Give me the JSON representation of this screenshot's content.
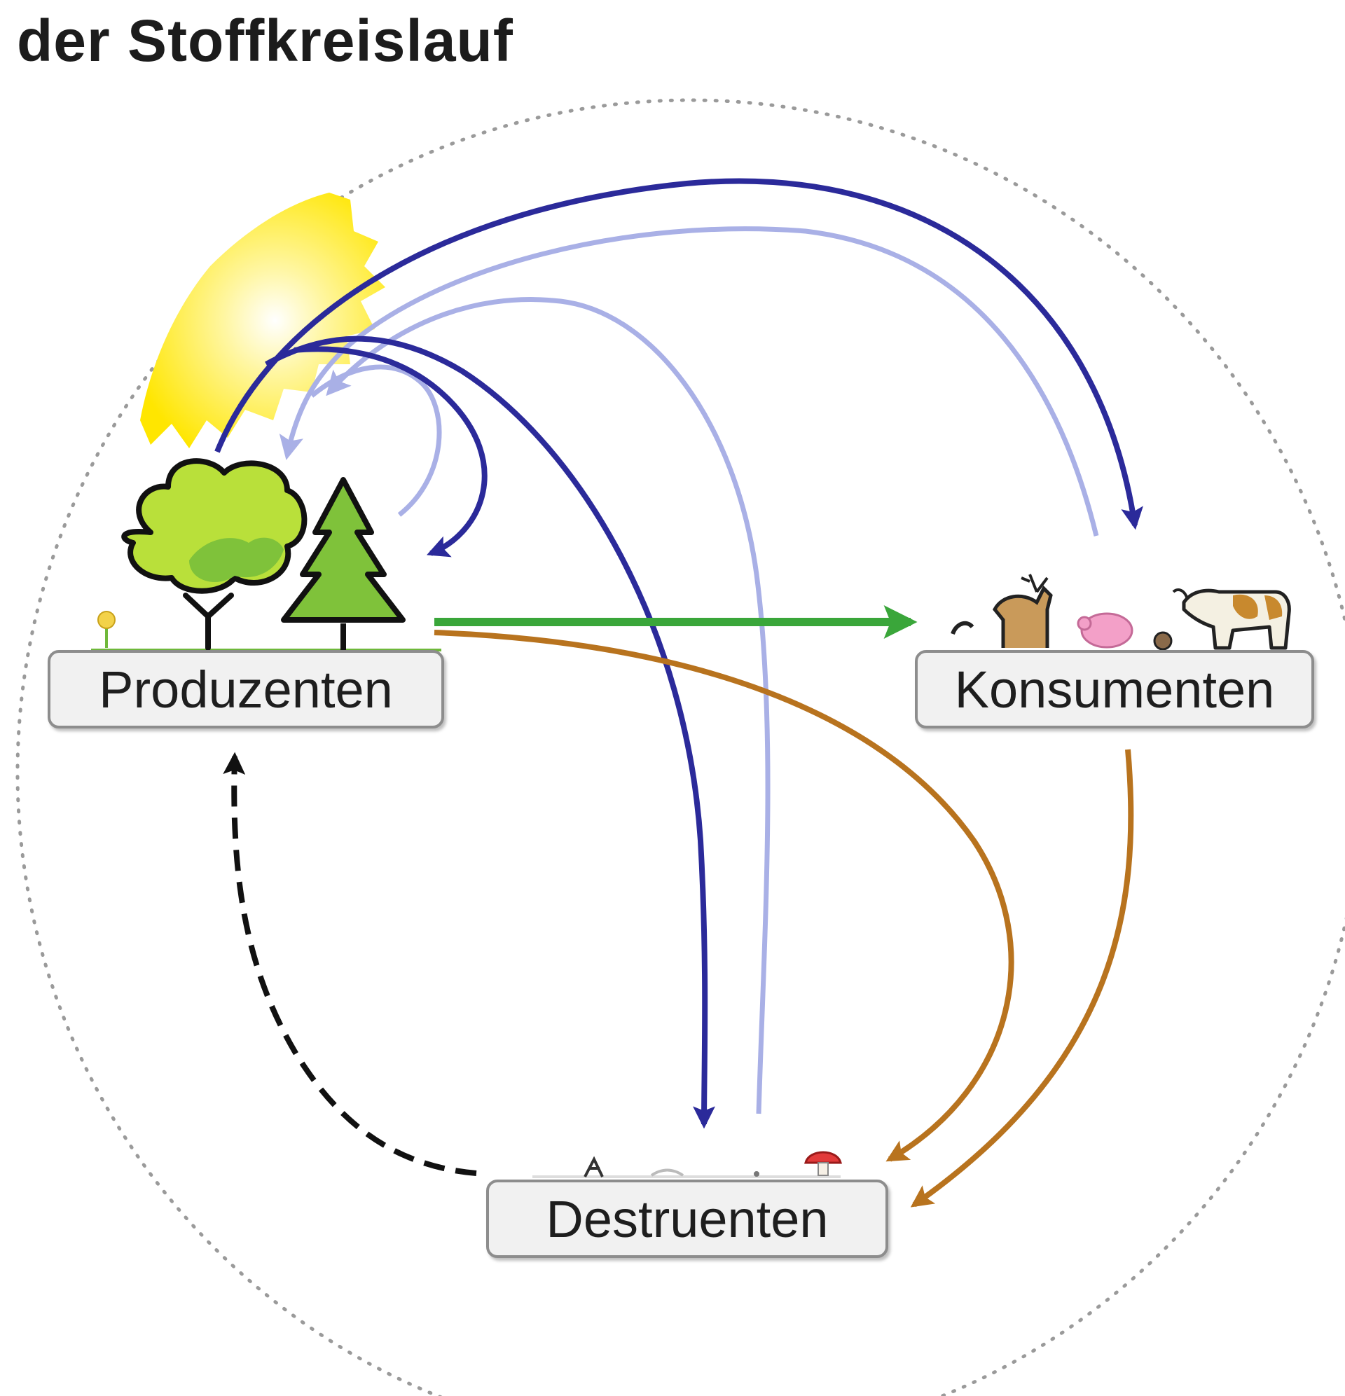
{
  "title": "der Stoffkreislauf",
  "nodes": {
    "producers": "Produzenten",
    "consumers": "Konsumenten",
    "decomposers": "Destruenten"
  },
  "colors": {
    "dark_blue": "#2b2a9a",
    "light_blue": "#a9b0e6",
    "green": "#3aa63a",
    "brown": "#b8731e",
    "black": "#111111",
    "sun": "#ffe600",
    "foliage": "#b9e03a",
    "pine": "#7fc23a"
  },
  "icons": [
    "sun-icon",
    "deciduous-tree-icon",
    "pine-tree-icon",
    "flower-icon",
    "deer-icon",
    "pig-icon",
    "cow-icon",
    "mushroom-icon"
  ]
}
